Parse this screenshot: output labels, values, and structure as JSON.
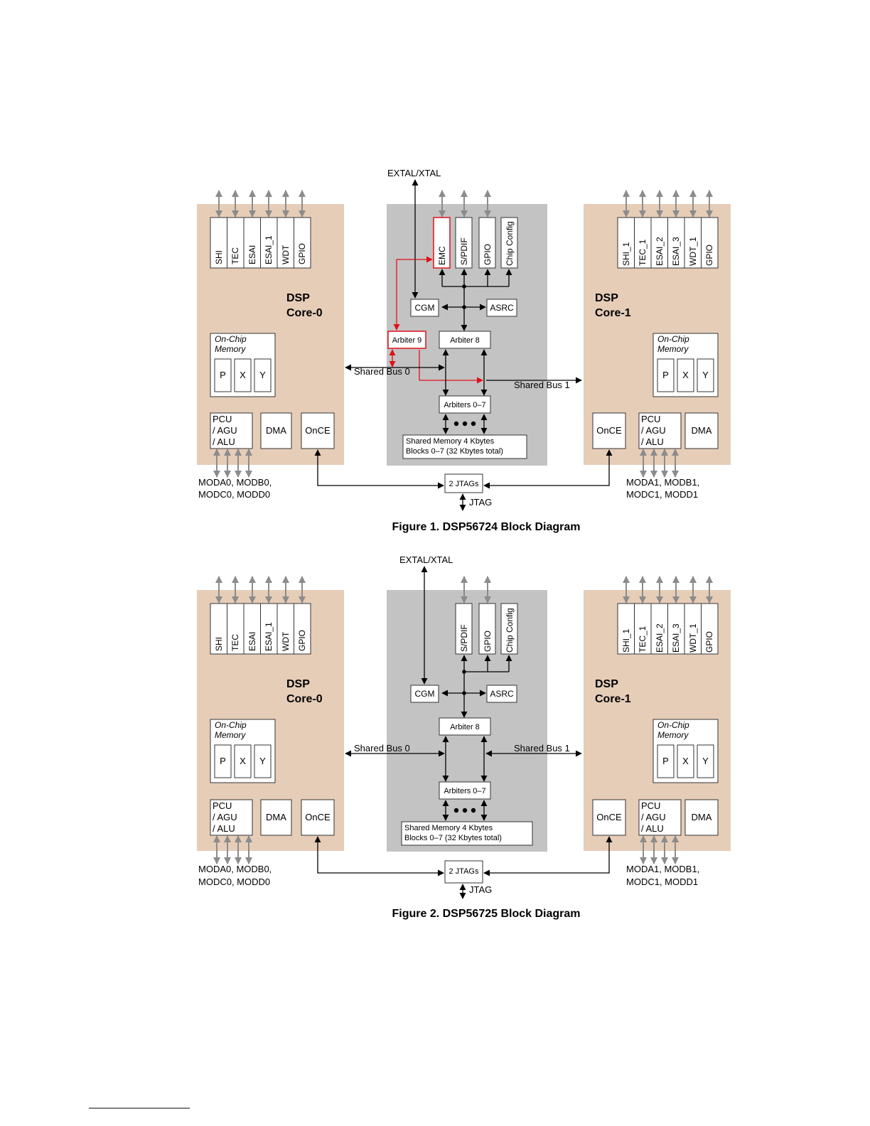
{
  "figures": [
    {
      "caption": "Figure 1. DSP56724 Block Diagram",
      "extal": "EXTAL/XTAL",
      "core0": {
        "title1": "DSP",
        "title2": "Core-0",
        "periph": [
          "SHI",
          "TEC",
          "ESAI",
          "ESAI_1",
          "WDT",
          "GPIO"
        ],
        "mem_title1": "On-Chip",
        "mem_title2": "Memory",
        "mem_cells": [
          "P",
          "X",
          "Y"
        ],
        "pcu": [
          "PCU",
          "/ AGU",
          "/ ALU"
        ],
        "dma": "DMA",
        "once": "OnCE",
        "mode1": "MODA0, MODB0,",
        "mode2": "MODC0, MODD0"
      },
      "core1": {
        "title1": "DSP",
        "title2": "Core-1",
        "periph": [
          "SHI_1",
          "TEC_1",
          "ESAI_2",
          "ESAI_3",
          "WDT_1",
          "GPIO"
        ],
        "mem_title1": "On-Chip",
        "mem_title2": "Memory",
        "mem_cells": [
          "P",
          "X",
          "Y"
        ],
        "pcu": [
          "PCU",
          "/ AGU",
          "/ ALU"
        ],
        "dma": "DMA",
        "once": "OnCE",
        "mode1": "MODA1, MODB1,",
        "mode2": "MODC1, MODD1"
      },
      "center": {
        "top": [
          "EMC",
          "S/PDIF",
          "GPIO",
          "Chip Config"
        ],
        "cgm": "CGM",
        "asrc": "ASRC",
        "arbiter9": "Arbiter 9",
        "arbiter8": "Arbiter 8",
        "arbiters": "Arbiters 0–7",
        "shmem1": "Shared Memory 4 Kbytes",
        "shmem2": "Blocks 0–7 (32 Kbytes total)",
        "bus0": "Shared Bus 0",
        "bus1": "Shared Bus 1",
        "jtags": "2 JTAGs",
        "jtag": "JTAG"
      }
    },
    {
      "caption": "Figure 2. DSP56725 Block Diagram",
      "extal": "EXTAL/XTAL",
      "core0": {
        "title1": "DSP",
        "title2": "Core-0",
        "periph": [
          "SHI",
          "TEC",
          "ESAI",
          "ESAI_1",
          "WDT",
          "GPIO"
        ],
        "mem_title1": "On-Chip",
        "mem_title2": "Memory",
        "mem_cells": [
          "P",
          "X",
          "Y"
        ],
        "pcu": [
          "PCU",
          "/ AGU",
          "/ ALU"
        ],
        "dma": "DMA",
        "once": "OnCE",
        "mode1": "MODA0, MODB0,",
        "mode2": "MODC0, MODD0"
      },
      "core1": {
        "title1": "DSP",
        "title2": "Core-1",
        "periph": [
          "SHI_1",
          "TEC_1",
          "ESAI_2",
          "ESAI_3",
          "WDT_1",
          "GPIO"
        ],
        "mem_title1": "On-Chip",
        "mem_title2": "Memory",
        "mem_cells": [
          "P",
          "X",
          "Y"
        ],
        "pcu": [
          "PCU",
          "/ AGU",
          "/ ALU"
        ],
        "dma": "DMA",
        "once": "OnCE",
        "mode1": "MODA1, MODB1,",
        "mode2": "MODC1, MODD1"
      },
      "center": {
        "top": [
          "S/PDIF",
          "GPIO",
          "Chip Config"
        ],
        "cgm": "CGM",
        "asrc": "ASRC",
        "arbiter8": "Arbiter 8",
        "arbiters": "Arbiters 0–7",
        "shmem1": "Shared Memory 4 Kbytes",
        "shmem2": "Blocks 0–7 (32 Kbytes total)",
        "bus0": "Shared Bus 0",
        "bus1": "Shared Bus 1",
        "jtags": "2 JTAGs",
        "jtag": "JTAG"
      }
    }
  ],
  "colors": {
    "core_fill": "#e6cdb8",
    "center_fill": "#c3c3c3",
    "highlight": "#e0101a",
    "pin": "#8c8c8c"
  }
}
